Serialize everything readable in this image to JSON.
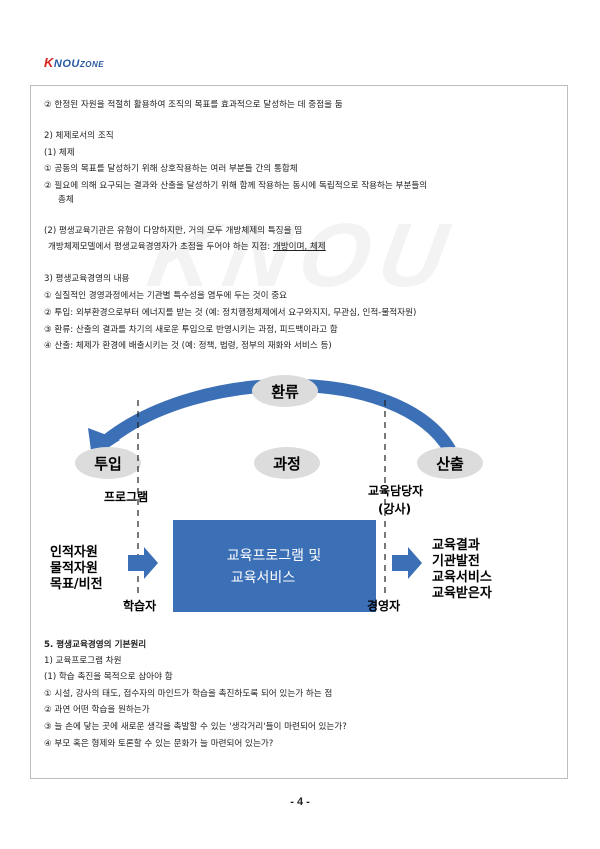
{
  "header": {
    "logo_k": "K",
    "logo_rest": "NOU",
    "logo_zone": "ZONE",
    "watermark": "KNOU"
  },
  "lines": {
    "l1": "② 한정된 자원을 적절히 활용하여 조직의 목표를 효과적으로 달성하는 데 중점을 둠",
    "l2": "2) 체제로서의 조직",
    "l3": "(1) 체제",
    "l4": "① 공동의 목표를 달성하기 위해 상호작용하는 여러 부분들 간의 통합체",
    "l5a": "② 필요에 의해 요구되는 결과와 산출을 달성하기 위해 함께 작용하는 동시에 독립적으로 작용하는 부분들의",
    "l5b": "총체",
    "l6": "(2) 평생교육기관은 유형이 다양하지만, 거의 모두 개방체제의 특징을 띰",
    "l7a": "개방체제모델에서 평생교육경영자가 초점을 두어야 하는 지점: ",
    "l7b": "개방이며, 체제",
    "l8": "3) 평생교육경영의 내용",
    "l9": "① 실질적인 경영과정에서는 기관별 특수성을 염두에 두는 것이 중요",
    "l10": "② 투입: 외부환경으로부터 에너지를 받는 것 (예: 정치행정체제에서 요구와지지, 무관심, 인적-물적자원)",
    "l11": "③ 환류: 산출의 결과를 차기의 새로운 투입으로 반영시키는 과정, 피드백이라고 함",
    "l12": "④ 산출: 체제가 환경에 배출시키는 것 (예: 정책, 법령, 정부의 재화와 서비스 등)",
    "l13": "5. 평생교육경영의 기본원리",
    "l14": "1) 교육프로그램 차원",
    "l15": "(1) 학습 촉진을 목적으로 삼아야 함",
    "l16": "① 시설, 강사의 태도, 접수자의 마인드가 학습을 촉진하도록 되어 있는가 하는 점",
    "l17": "② 과연 어떤 학습을 원하는가",
    "l18": "③ 늘 손에 닿는 곳에 새로운 생각을 촉발할 수 있는 '생각거리'들이 마련되어 있는가?",
    "l19": "④ 부모 혹은 형제와 토론할 수 있는 문화가 늘 마련되어 있는가?"
  },
  "diagram": {
    "feedback": "환류",
    "input": "투입",
    "process": "과정",
    "output": "산출",
    "program": "프로그램",
    "instructor1": "교육담당자",
    "instructor2": "(강사)",
    "left1": "인적자원",
    "left2": "물적자원",
    "left3": "목표/비전",
    "center1": "교육프로그램 및",
    "center2": "교육서비스",
    "right1": "교육결과",
    "right2": "기관발전",
    "right3": "교육서비스",
    "right4": "교육받은자",
    "learner": "학습자",
    "manager": "경영자"
  },
  "colors": {
    "box": "#3b6fb6",
    "arrow": "#3b6fb6",
    "ellipse": "#dcdcdc"
  },
  "footer": {
    "page_number": "- 4 -"
  }
}
